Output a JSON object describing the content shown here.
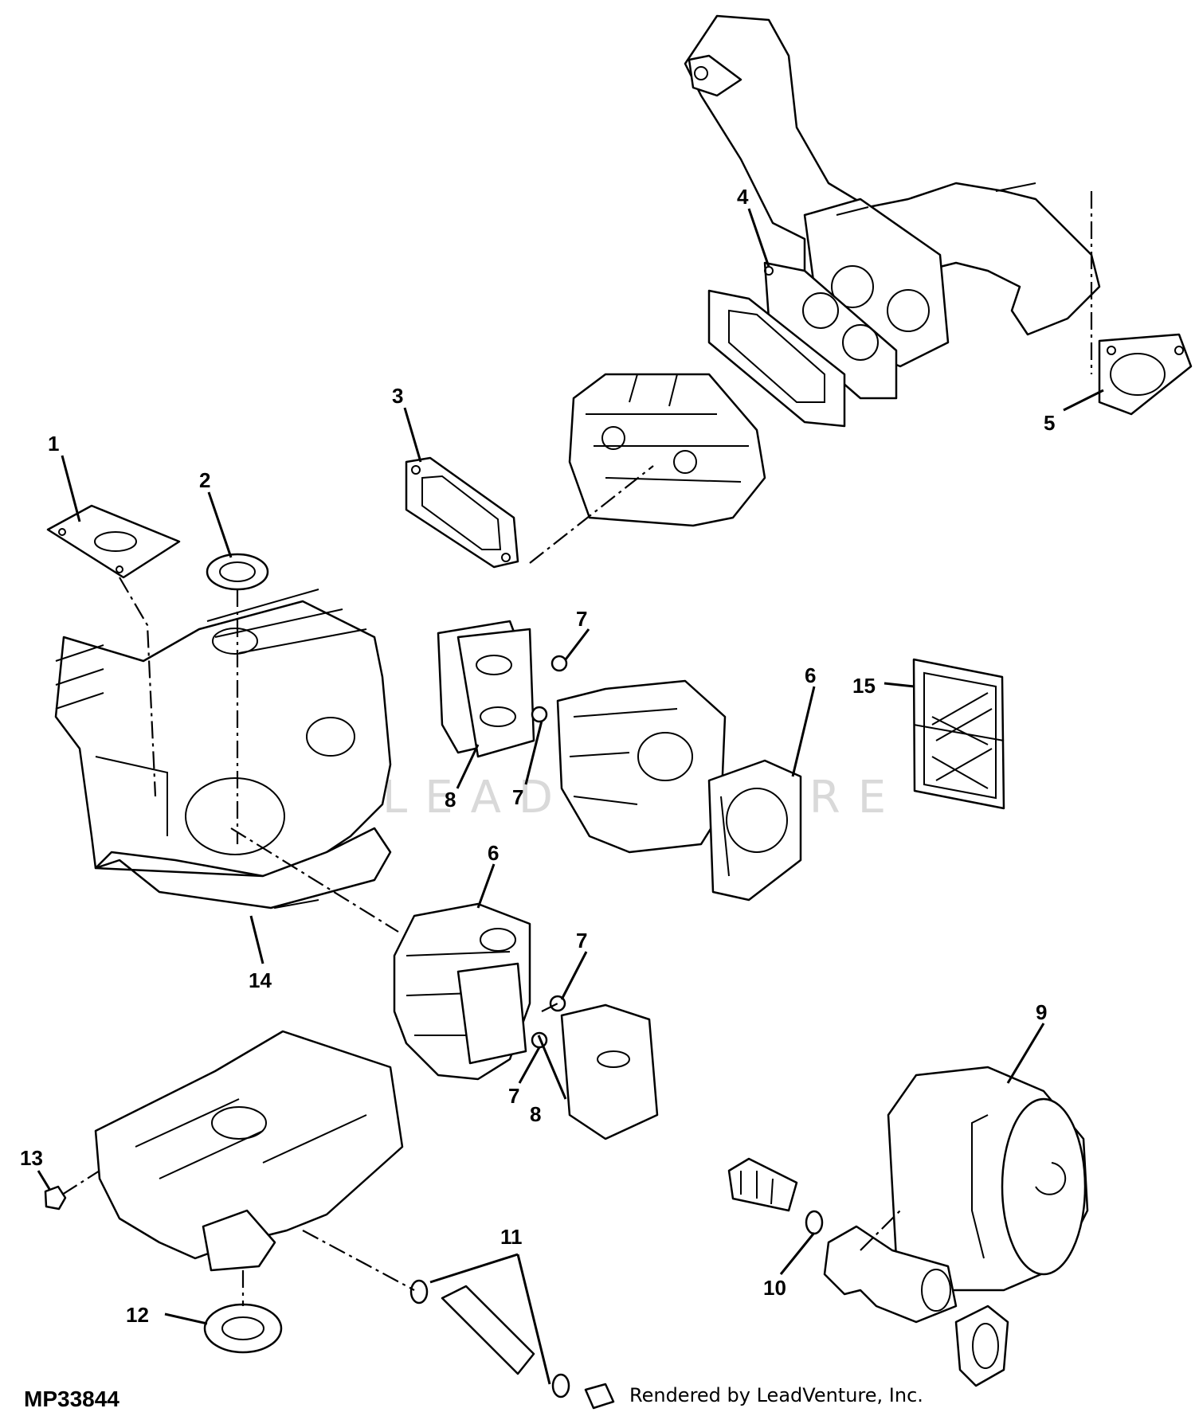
{
  "diagram": {
    "reference_code": "MP33844",
    "credit": "Rendered by LeadVenture, Inc.",
    "watermark": "LEADVENTURE",
    "callouts": [
      {
        "id": "c1",
        "label": "1"
      },
      {
        "id": "c2",
        "label": "2"
      },
      {
        "id": "c3",
        "label": "3"
      },
      {
        "id": "c4",
        "label": "4"
      },
      {
        "id": "c5",
        "label": "5"
      },
      {
        "id": "c6a",
        "label": "6"
      },
      {
        "id": "c6b",
        "label": "6"
      },
      {
        "id": "c7a",
        "label": "7"
      },
      {
        "id": "c7b",
        "label": "7"
      },
      {
        "id": "c7c",
        "label": "7"
      },
      {
        "id": "c7d",
        "label": "7"
      },
      {
        "id": "c8a",
        "label": "8"
      },
      {
        "id": "c8b",
        "label": "8"
      },
      {
        "id": "c9",
        "label": "9"
      },
      {
        "id": "c10",
        "label": "10"
      },
      {
        "id": "c11",
        "label": "11"
      },
      {
        "id": "c12",
        "label": "12"
      },
      {
        "id": "c13",
        "label": "13"
      },
      {
        "id": "c14",
        "label": "14"
      },
      {
        "id": "c15",
        "label": "15"
      }
    ]
  }
}
